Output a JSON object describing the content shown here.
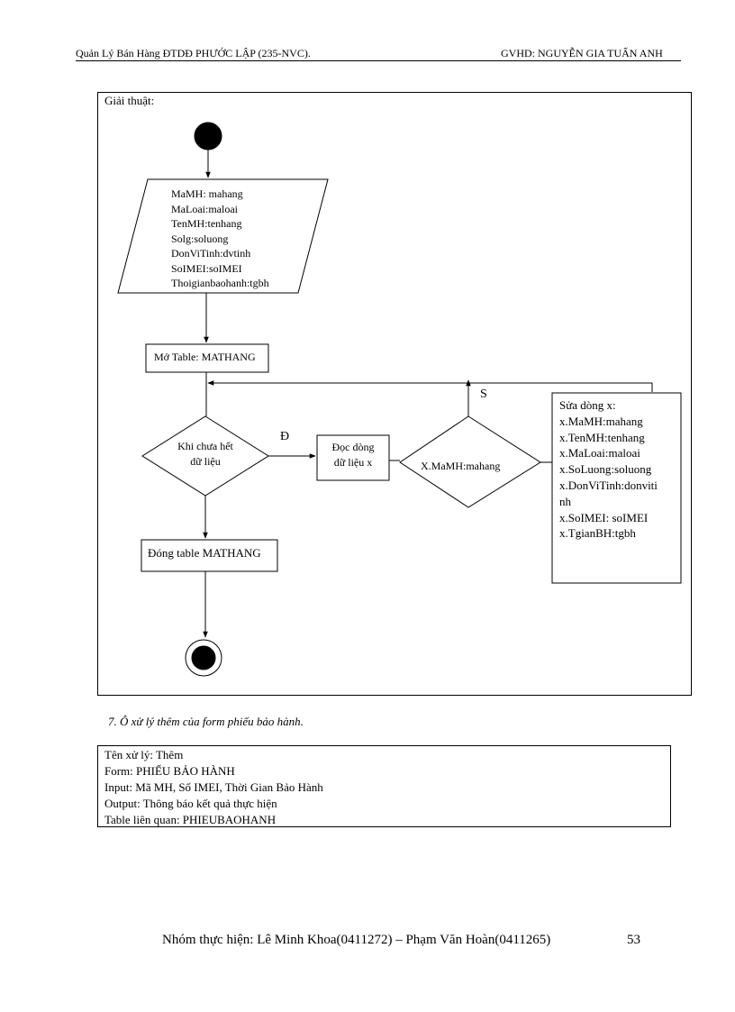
{
  "header": {
    "left": "Quản Lý Bán Hàng ĐTDĐ  PHƯỚC  LẬP  (235-NVC).",
    "right": "GVHD:  NGUYỄN   GIA TUẤN ANH"
  },
  "algorithm": {
    "title": "Giải thuật:",
    "input_lines": [
      "MaMH: mahang",
      "MaLoai:maloai",
      "TenMH:tenhang",
      "Solg:soluong",
      "DonViTinh:dvtinh",
      "SoIMEI:soIMEI",
      "Thoigianbaohanh:tgbh"
    ],
    "open_table": "Mở Table: MATHANG",
    "loop_cond_line1": "Khi chưa hết",
    "loop_cond_line2": "dữ liệu",
    "true_label": "Đ",
    "read_line1": "Đọc dòng",
    "read_line2": "dữ liệu x",
    "compare_cond": "X.MaMH:mahang",
    "false_label": "S",
    "update_lines": [
      "Sửa dòng x:",
      "x.MaMH:mahang",
      "x.TenMH:tenhang",
      "x.MaLoai:maloai",
      "x.SoLuong:soluong",
      "x.DonViTinh:donviti",
      "nh",
      "x.SoIMEI: soIMEI",
      "x.TgianBH:tgbh"
    ],
    "close_table": "Đóng table MATHANG"
  },
  "section": {
    "title": "7. Ô xử lý thêm của form phiếu bảo hành.",
    "lines": [
      "Tên xử lý: Thêm",
      "Form: PHIẾU BẢO HÀNH",
      "Input: Mã MH, Số IMEI, Thời Gian Bảo Hành",
      "Output: Thông báo kết quả thực hiện",
      "Table liên quan: PHIEUBAOHANH"
    ]
  },
  "footer": {
    "text": "Nhóm thực hiện:  Lê Minh  Khoa(0411272) – Phạm Văn Hoàn(0411265)",
    "page_number": "53"
  }
}
